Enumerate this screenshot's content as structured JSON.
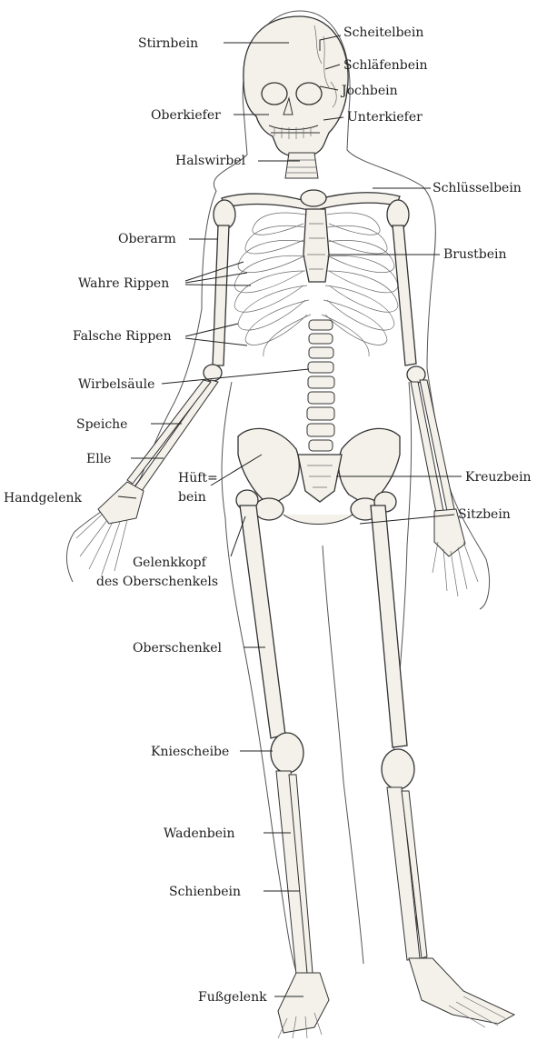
{
  "labels": {
    "stirnbein": "Stirnbein",
    "scheitelbein": "Scheitelbein",
    "schlaefenbein": "Schläfenbein",
    "jochbein": "Jochbein",
    "oberkiefer": "Oberkiefer",
    "unterkiefer": "Unterkiefer",
    "halswirbel": "Halswirbel",
    "schluesselbein": "Schlüsselbein",
    "oberarm": "Oberarm",
    "brustbein": "Brustbein",
    "wahre_rippen": "Wahre Rippen",
    "falsche_rippen": "Falsche Rippen",
    "wirbelsaeule": "Wirbelsäule",
    "speiche": "Speiche",
    "elle": "Elle",
    "handgelenk": "Handgelenk",
    "huefte_1": "Hüft=",
    "huefte_2": "bein",
    "kreuzbein": "Kreuzbein",
    "sitzbein": "Sitzbein",
    "gelenkkopf_1": "Gelenkkopf",
    "gelenkkopf_2": "des Oberschenkels",
    "oberschenkel": "Oberschenkel",
    "kniescheibe": "Kniescheibe",
    "wadenbein": "Wadenbein",
    "schienbein": "Schienbein",
    "fussgelenk": "Fußgelenk"
  }
}
